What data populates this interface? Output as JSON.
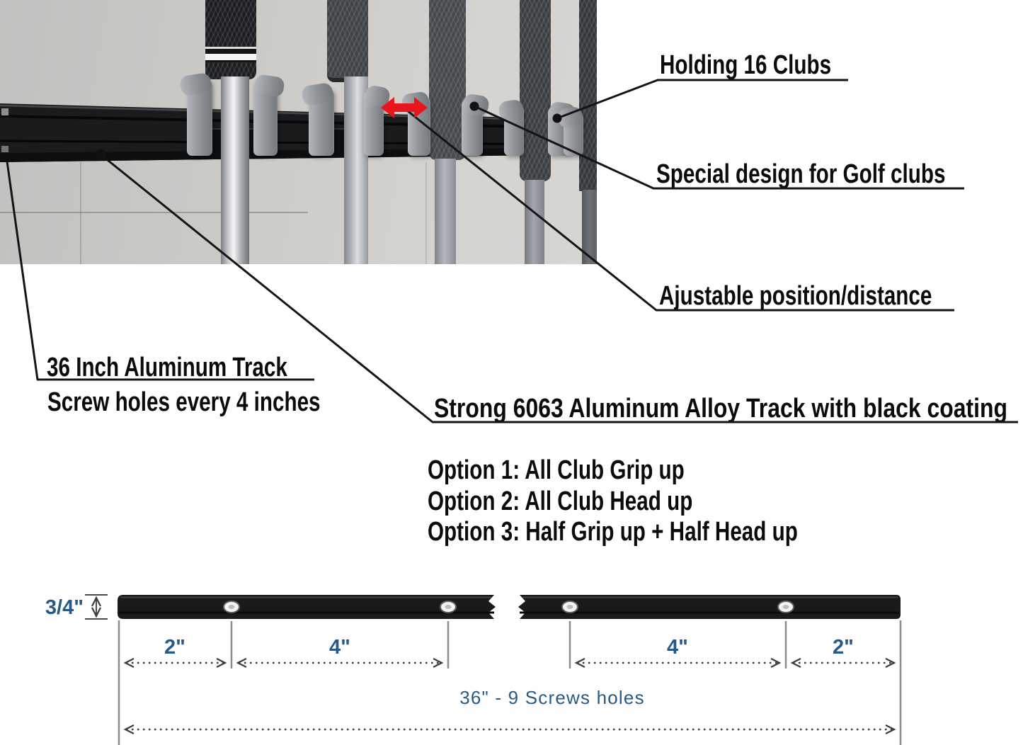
{
  "annotations": {
    "holding": "Holding 16 Clubs",
    "special_design": "Special design for Golf clubs",
    "adjustable": "Ajustable position/distance",
    "track_length": "36 Inch Aluminum Track",
    "screw_spacing": "Screw holes every 4 inches",
    "material": "Strong 6063 Aluminum Alloy Track with black coating",
    "options": [
      "Option 1: All Club Grip up",
      "Option 2: All Club Head up",
      "Option 3: Half Grip up + Half Head up"
    ]
  },
  "diagram": {
    "height_label": "3/4\"",
    "segment_dims": [
      "2\"",
      "4\"",
      "4\"",
      "2\""
    ],
    "total_label": "36\" - 9 Screws holes"
  },
  "icons": {
    "adjust_arrow": "red double-headed horizontal arrow",
    "leader_dot": "black point marker",
    "screw_hole": "oval screw hole",
    "dimension_arrow": "open chevron arrowhead"
  },
  "colors": {
    "accent_red": "#e8151d",
    "dimension_blue": "#275a86",
    "track_black": "#191a1c",
    "label_black": "#0b0b0b",
    "wall_gray": "#cdccc9"
  }
}
